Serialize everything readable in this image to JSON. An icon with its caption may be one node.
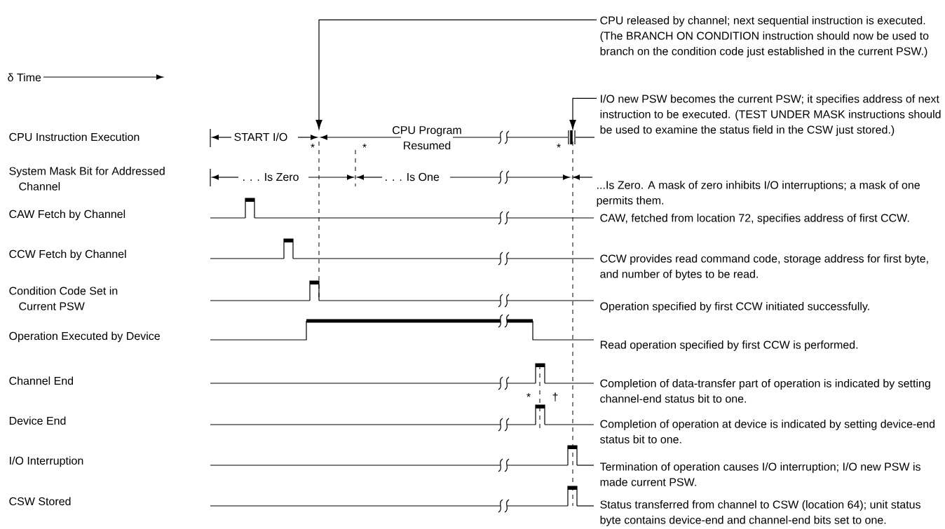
{
  "diagram": {
    "nodes": [
      {
        "text": [
          "CPU released by channel; next sequential instruction is executed. (The BRANCH ON CONDITION instruction should now be used to branch on the condition code just established in the current PSW.)"
        ]
      },
      {
        "text": [
          "I/O new PSW becomes the current PSW; it specifies address of next instruction to be executed. (TEST UNDER MASK instructions should be used to examine the status field in the CSW just stored.)"
        ]
      }
    ],
    "edges": [
      {
        "from": 0,
        "to": null,
        "arrow": "to"
      },
      {
        "from": 1,
        "to": null,
        "arrow": "to"
      }
    ],
    "labels": [
      "δ Time",
      "CPU Instruction Execution",
      "START I/O",
      "CPU Program Resumed",
      "*",
      "*",
      "*",
      "System Mask Bit for Addressed Channel",
      ". . . Is Zero",
      ". . . Is One",
      "...Is Zero. A mask of zero inhibits I/O interruptions; a mask of one permits them.",
      "CAW Fetch by Channel",
      "CAW, fetched from location 72, specifies address of first CCW.",
      "CCW Fetch by Channel",
      "CCW provides read command code, storage address for first byte, and number of bytes to be read.",
      "Condition Code Set in Current PSW",
      "Operation specified by first CCW initiated successfully.",
      "Operation Executed by Device",
      "Read operation specified by first CCW is performed.",
      "Channel End",
      "Completion of data-transfer part of operation is indicated by setting channel-end status bit to one.",
      "*",
      "†",
      "Device End",
      "Completion of operation at device is indicated by setting device-end status bit to one.",
      "I/O Interruption",
      "Termination of operation causes I/O interruption; I/O new PSW is made current PSW.",
      "CSW Stored",
      "Status transferred from channel to CSW (location 64); unit status byte contains device-end and channel-end bits set to one."
    ]
  }
}
